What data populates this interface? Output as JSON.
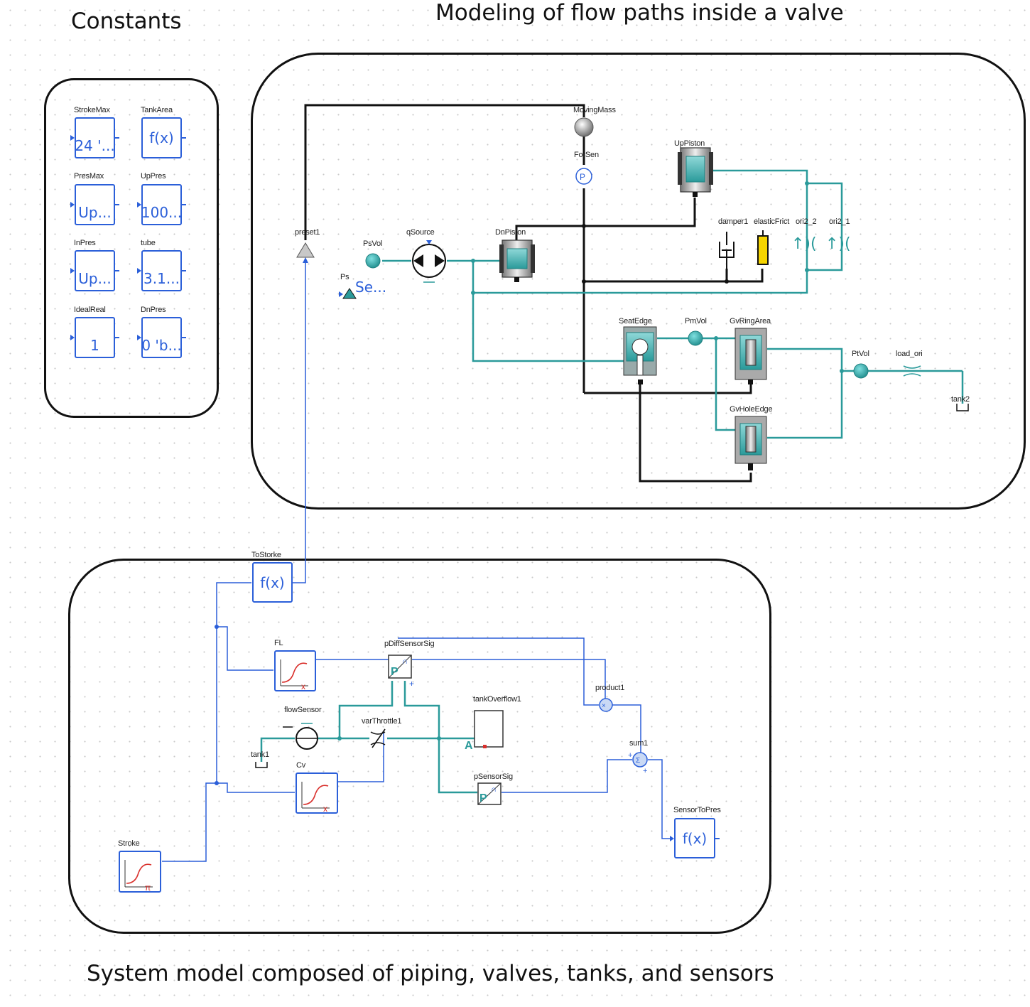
{
  "headings": {
    "constants": "Constants",
    "valve": "Modeling of flow paths inside a valve",
    "system": "System model composed of piping, valves, tanks, and sensors"
  },
  "constants": [
    {
      "name": "StrokeMax",
      "value": "24 '..."
    },
    {
      "name": "TankArea",
      "value": "f(x)"
    },
    {
      "name": "PresMax",
      "value": "Up..."
    },
    {
      "name": "UpPres",
      "value": "100..."
    },
    {
      "name": "InPres",
      "value": "Up..."
    },
    {
      "name": "tube",
      "value": "3.1..."
    },
    {
      "name": "IdealReal",
      "value": "1"
    },
    {
      "name": "DnPres",
      "value": "0 'b..."
    }
  ],
  "valve": {
    "labels": {
      "movingMass": "MovingMass",
      "forSen": "ForSen",
      "upPiston": "UpPiston",
      "damper": "damper1",
      "elasticFrict": "elasticFrict",
      "ori2": "ori2_2",
      "ori1": "ori2_1",
      "preset": "preset1",
      "psVol": "PsVol",
      "qSource": "qSource",
      "dnPiston": "DnPiston",
      "ps": "Ps",
      "psValue": "Se...",
      "seatEdge": "SeatEdge",
      "pmVol": "PmVol",
      "gvRingArea": "GvRingArea",
      "ptVol": "PtVol",
      "loadOri": "load_ori",
      "tank2": "tank2",
      "gvHoleEdge": "GvHoleEdge"
    }
  },
  "system": {
    "toStorke": {
      "name": "ToStorke",
      "value": "f(x)"
    },
    "fl": "FL",
    "pDiffSensorSig": "pDiffSensorSig",
    "product": "product1",
    "flowSensor": "flowSensor",
    "tankOverflow": "tankOverflow1",
    "varThrottle": "varThrottle1",
    "tank1": "tank1",
    "cv": "Cv",
    "pSensorSig": "pSensorSig",
    "sum": "sum1",
    "sensorToPres": {
      "name": "SensorToPres",
      "value": "f(x)"
    },
    "stroke": "Stroke"
  },
  "colors": {
    "signal": "#2b5fd9",
    "hydraulic": "#2a9a9a",
    "mechanical": "#111111",
    "region_border": "#111111"
  }
}
